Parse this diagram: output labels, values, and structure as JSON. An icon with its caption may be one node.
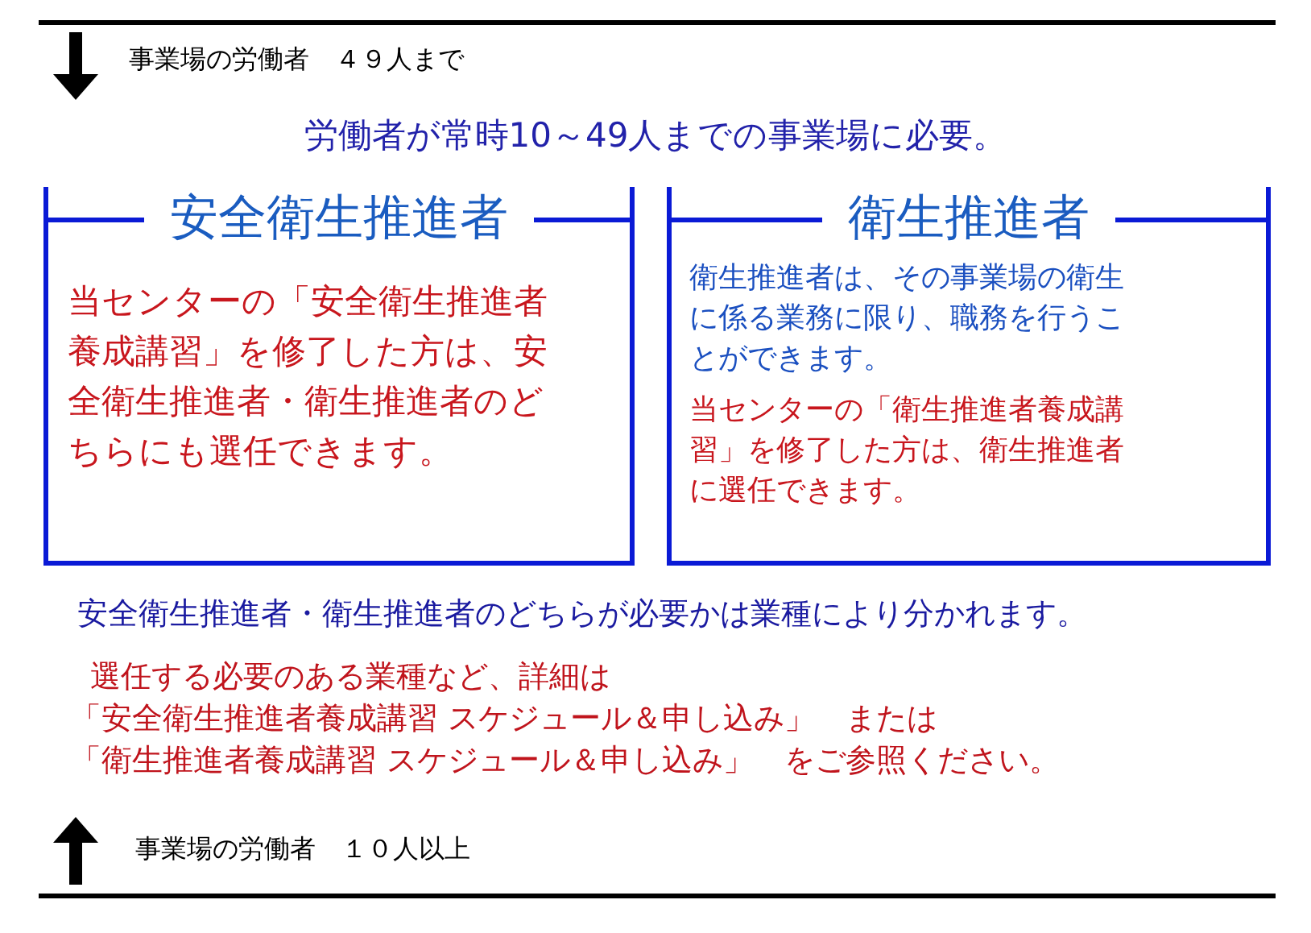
{
  "diagram": {
    "nodes": [
      {
        "text": [
          "安全衛生推進者",
          "当センターの「安全衛生推進者養成講習」を修了した方は、安全衛生推進者・衛生推進者のどちらにも選任できます。"
        ]
      },
      {
        "text": [
          "衛生推進者",
          "衛生推進者は、その事業場の衛生に係る業務に限り、職務を行うことができます。",
          "当センターの「衛生推進者養成講習」を修了した方は、衛生推進者に選任できます。"
        ]
      }
    ],
    "edges": [],
    "labels": [
      "事業場の労働者　４９人まで",
      "労働者が常時10～49人までの事業場に必要。",
      "安全衛生推進者・衛生推進者のどちらが必要かは業種により分かれます。",
      "選任する必要のある業種など、詳細は",
      "「安全衛生推進者養成講習 スケジュール＆申し込み」　または",
      "「衛生推進者養成講習 スケジュール＆申し込み」　をご参照ください。",
      "事業場の労働者　１０人以上"
    ]
  }
}
